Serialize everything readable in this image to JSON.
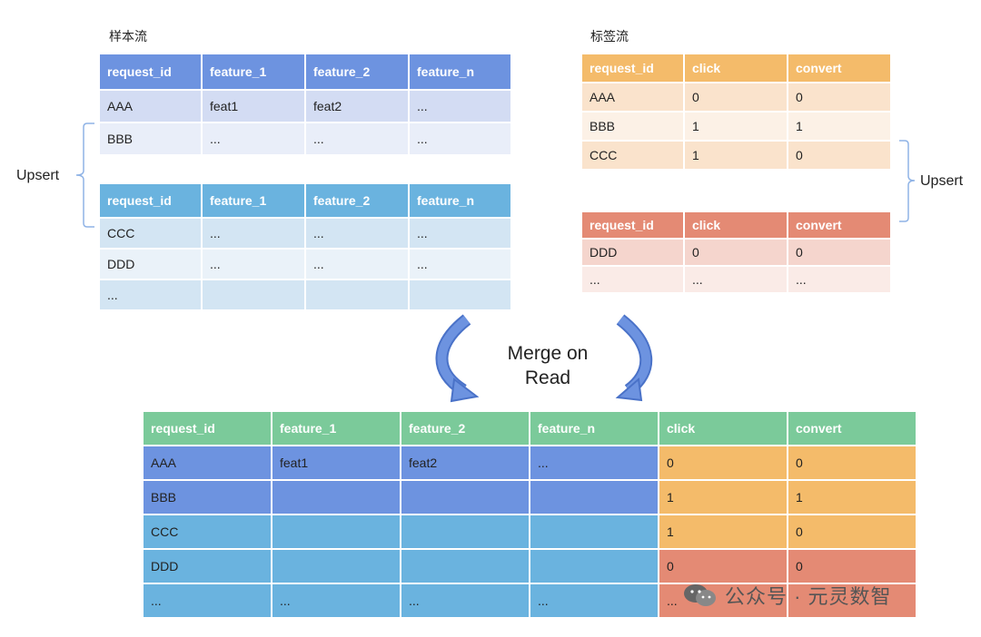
{
  "sample_stream": {
    "title": "样本流",
    "headers": [
      "request_id",
      "feature_1",
      "feature_2",
      "feature_n"
    ],
    "table1_rows": [
      [
        "AAA",
        "feat1",
        "feat2",
        "..."
      ],
      [
        "BBB",
        "...",
        "...",
        "..."
      ]
    ],
    "table2_rows": [
      [
        "CCC",
        "...",
        "...",
        "..."
      ],
      [
        "DDD",
        "...",
        "...",
        "..."
      ],
      [
        "...",
        "",
        "",
        ""
      ]
    ]
  },
  "label_stream": {
    "title": "标签流",
    "headers": [
      "request_id",
      "click",
      "convert"
    ],
    "table1_rows": [
      [
        "AAA",
        "0",
        "0"
      ],
      [
        "BBB",
        "1",
        "1"
      ],
      [
        "CCC",
        "1",
        "0"
      ]
    ],
    "table2_rows": [
      [
        "DDD",
        "0",
        "0"
      ],
      [
        "...",
        "...",
        "..."
      ]
    ]
  },
  "upsert_left": "Upsert",
  "upsert_right": "Upsert",
  "merge_label": [
    "Merge on",
    "Read"
  ],
  "result": {
    "headers": [
      "request_id",
      "feature_1",
      "feature_2",
      "feature_n",
      "click",
      "convert"
    ],
    "rows": [
      [
        "AAA",
        "feat1",
        "feat2",
        "...",
        "0",
        "0"
      ],
      [
        "BBB",
        "",
        "",
        "",
        "1",
        "1"
      ],
      [
        "CCC",
        "",
        "",
        "",
        "1",
        "0"
      ],
      [
        "DDD",
        "",
        "",
        "",
        "0",
        "0"
      ],
      [
        "...",
        "...",
        "...",
        "...",
        "...",
        ""
      ]
    ]
  },
  "watermark": "公众号 · 元灵数智",
  "colors": {
    "sample_header_1": "#6d93e0",
    "sample_header_2": "#6ab3df",
    "label_header_1": "#f4bb6a",
    "label_header_2": "#e48a74",
    "result_header": "#7bca9a",
    "arrow": "#6d93e0"
  }
}
